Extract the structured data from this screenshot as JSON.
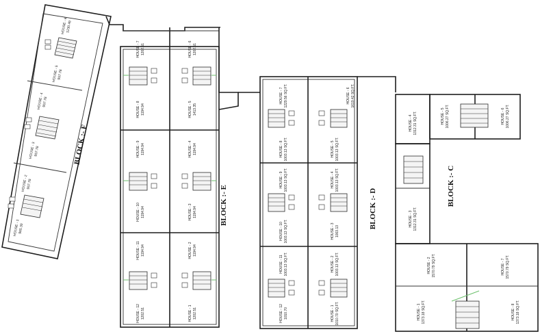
{
  "blocks": {
    "F": {
      "label": "BLOCK :- F",
      "houses": [
        {
          "name": "HOUSE - 6",
          "area": "1230.49"
        },
        {
          "name": "HOUSE - 5",
          "area": "957.78"
        },
        {
          "name": "HOUSE - 4",
          "area": "957.78"
        },
        {
          "name": "HOUSE - 3",
          "area": "957.78"
        },
        {
          "name": "HOUSE - 2",
          "area": "957.78"
        },
        {
          "name": "HOUSE - 1",
          "area": "965.30"
        }
      ]
    },
    "E": {
      "label": "BLOCK :- E",
      "houses": [
        {
          "name": "HOUSE - 7",
          "area": "1202.51"
        },
        {
          "name": "HOUSE - 6",
          "area": "1202.51"
        },
        {
          "name": "HOUSE - 8",
          "area": "1194.94"
        },
        {
          "name": "HOUSE - 5",
          "area": "1413.35"
        },
        {
          "name": "HOUSE - 9",
          "area": "1194.94"
        },
        {
          "name": "HOUSE - 4",
          "area": "1194.94"
        },
        {
          "name": "HOUSE - 10",
          "area": "1194.94"
        },
        {
          "name": "HOUSE - 3",
          "area": "1194.94"
        },
        {
          "name": "HOUSE - 11",
          "area": "1194.94"
        },
        {
          "name": "HOUSE - 2",
          "area": "1194.94"
        },
        {
          "name": "HOUSE - 12",
          "area": "1202.51"
        },
        {
          "name": "HOUSE - 1",
          "area": "1202.51"
        }
      ]
    },
    "D": {
      "label": "BLOCK :- D",
      "houses": [
        {
          "name": "HOUSE - 7",
          "area": "1229.56 SQ.FT."
        },
        {
          "name": "HOUSE - 6",
          "area": "1619.42 SQ.FT."
        },
        {
          "name": "HOUSE - 8",
          "area": "1003.13 SQ.FT."
        },
        {
          "name": "HOUSE - 5",
          "area": "1003.13 SQ.FT."
        },
        {
          "name": "HOUSE - 9",
          "area": "1003.13 SQ.FT."
        },
        {
          "name": "HOUSE - 4",
          "area": "1003.13 SQ.FT."
        },
        {
          "name": "HOUSE - 10",
          "area": "1003.13 SQ.FT."
        },
        {
          "name": "HOUSE - 3",
          "area": "1003.13"
        },
        {
          "name": "HOUSE - 11",
          "area": "1003.13 SQ.FT."
        },
        {
          "name": "HOUSE - 2",
          "area": "1003.13 SQ.FT."
        },
        {
          "name": "HOUSE - 12",
          "area": "1010.70"
        },
        {
          "name": "HOUSE - 1",
          "area": "1010.70 SQ.FT."
        }
      ]
    },
    "C": {
      "label": "BLOCK :- C",
      "houses": [
        {
          "name": "HOUSE - 4",
          "area": "1312.31 SQ.FT."
        },
        {
          "name": "HOUSE - 5",
          "area": "1006.27 SQ.FT."
        },
        {
          "name": "HOUSE - 6",
          "area": "1006.27 SQ.FT."
        },
        {
          "name": "HOUSE - 3",
          "area": "1312.31 SQ.FT."
        },
        {
          "name": "HOUSE - 2",
          "area": "1570.79 SQ.FT."
        },
        {
          "name": "HOUSE - 7",
          "area": "1570.79 SQ.FT."
        },
        {
          "name": "HOUSE - 1",
          "area": "1373.18 SQ.FT."
        },
        {
          "name": "HOUSE - 8",
          "area": "1373.18 SQ.FT."
        }
      ]
    }
  },
  "colors": {
    "wall": "#1d1d1d",
    "accent": "#6bbf6b",
    "text": "#222222"
  }
}
